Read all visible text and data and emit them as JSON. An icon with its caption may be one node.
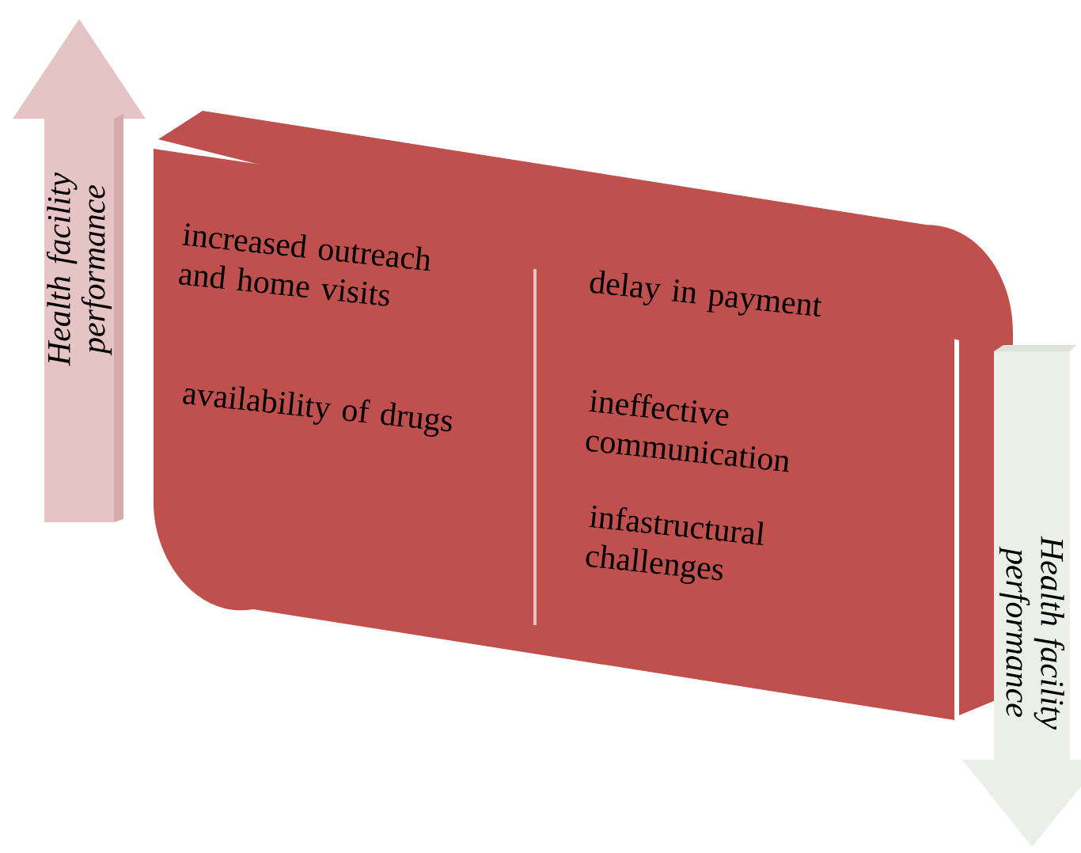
{
  "diagram": {
    "nodes": [
      {
        "text": [
          "Health facility performance"
        ]
      },
      {
        "text": [
          "increased outreach and home visits",
          "availability of drugs",
          "delay in payment",
          "ineffective communication",
          "infastructural challenges"
        ]
      },
      {
        "text": [
          "Health facility performance"
        ]
      }
    ]
  }
}
